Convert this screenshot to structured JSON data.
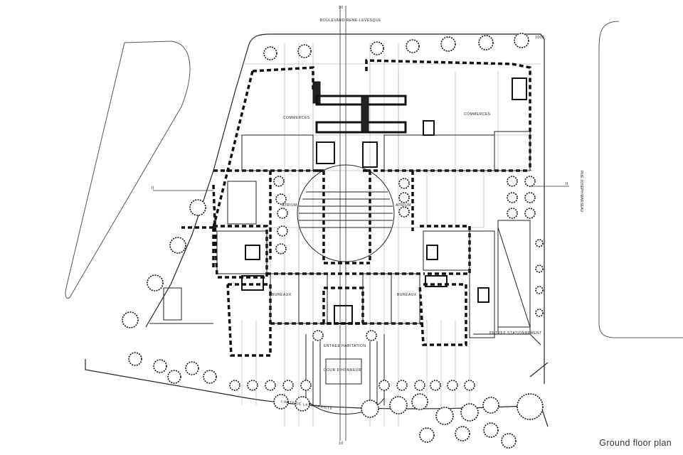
{
  "caption": "Ground floor plan",
  "labels": {
    "street_north": "BOULEVARD RENE-LEVESQUE",
    "street_east": "RUE JOSEPH MARSEAU",
    "property_line": "LIMITE DE LA PROPRIETE",
    "commerces_west": "COMMERCES",
    "commerces_east": "COMMERCES",
    "atrium_west": "ATRIUM",
    "atrium_east": "ATRIUM",
    "bureaux_west": "BUREAUX",
    "bureaux_east": "BUREAUX",
    "entree_habitation": "ENTREE HABITATION",
    "cour_honneur": "COUR D'HONNEUR",
    "entree_stationnement": "ENTREE STATIONNEMENT",
    "section_mark_west": "II",
    "section_mark_east": "II",
    "north_mark": "30",
    "south_mark": "10",
    "corner_mark": "1000"
  },
  "colors": {
    "ink": "#1a1a1a",
    "paper": "#ffffff",
    "faint": "#8a8a8a"
  }
}
